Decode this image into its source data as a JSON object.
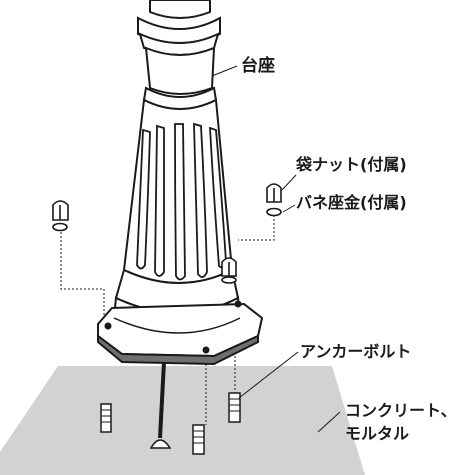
{
  "labels": {
    "base": "台座",
    "cap_nut": "袋ナット(付属)",
    "spring_washer": "バネ座金(付属)",
    "anchor_bolt": "アンカーボルト",
    "concrete_line1": "コンクリート、",
    "concrete_line2": "モルタル"
  },
  "colors": {
    "ground": "#d2d2d2",
    "line": "#1a1a1a",
    "body_fill": "#ffffff",
    "shade": "#9a9a9a"
  }
}
